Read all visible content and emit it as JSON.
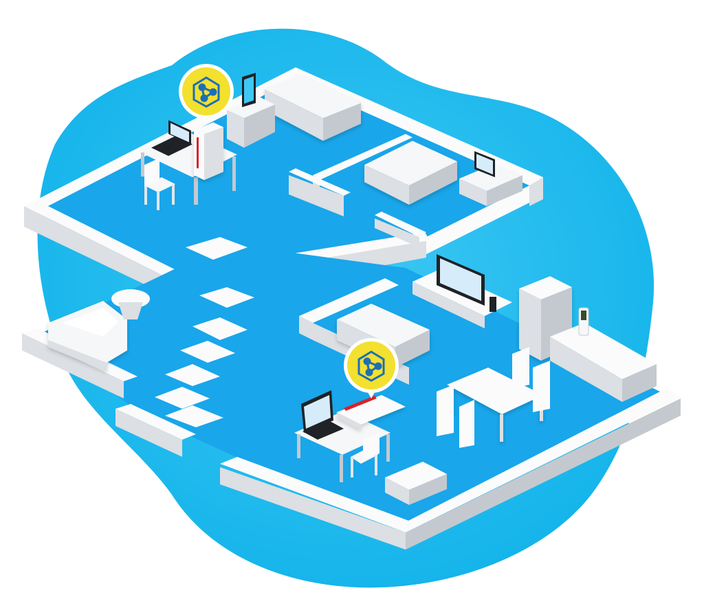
{
  "diagram": {
    "colors": {
      "blob": "#12b3ea",
      "blob_light": "#3ec8f4",
      "floor": "#19a6ea",
      "floor_dark": "#0d8fd6",
      "wall_top": "#fbfbfc",
      "wall_side": "#dcdfe3",
      "wall_shadow": "#c4c9cf",
      "badge": "#f3e02f",
      "badge_ring": "#ffffff",
      "badge_icon": "#1d6fb5",
      "screen": "#d7ecfa",
      "device_dark": "#1f2226",
      "router_accent": "#d8232a"
    },
    "icons": {
      "mesh_badge": "mesh-network-icon",
      "router": "router-icon",
      "repeater": "repeater-icon",
      "laptop": "laptop-icon",
      "tablet": "tablet-icon",
      "tv": "tv-icon",
      "phone": "cordless-phone-icon"
    },
    "floors": [
      "upper-floor",
      "ground-floor"
    ],
    "mesh_nodes": 2
  }
}
